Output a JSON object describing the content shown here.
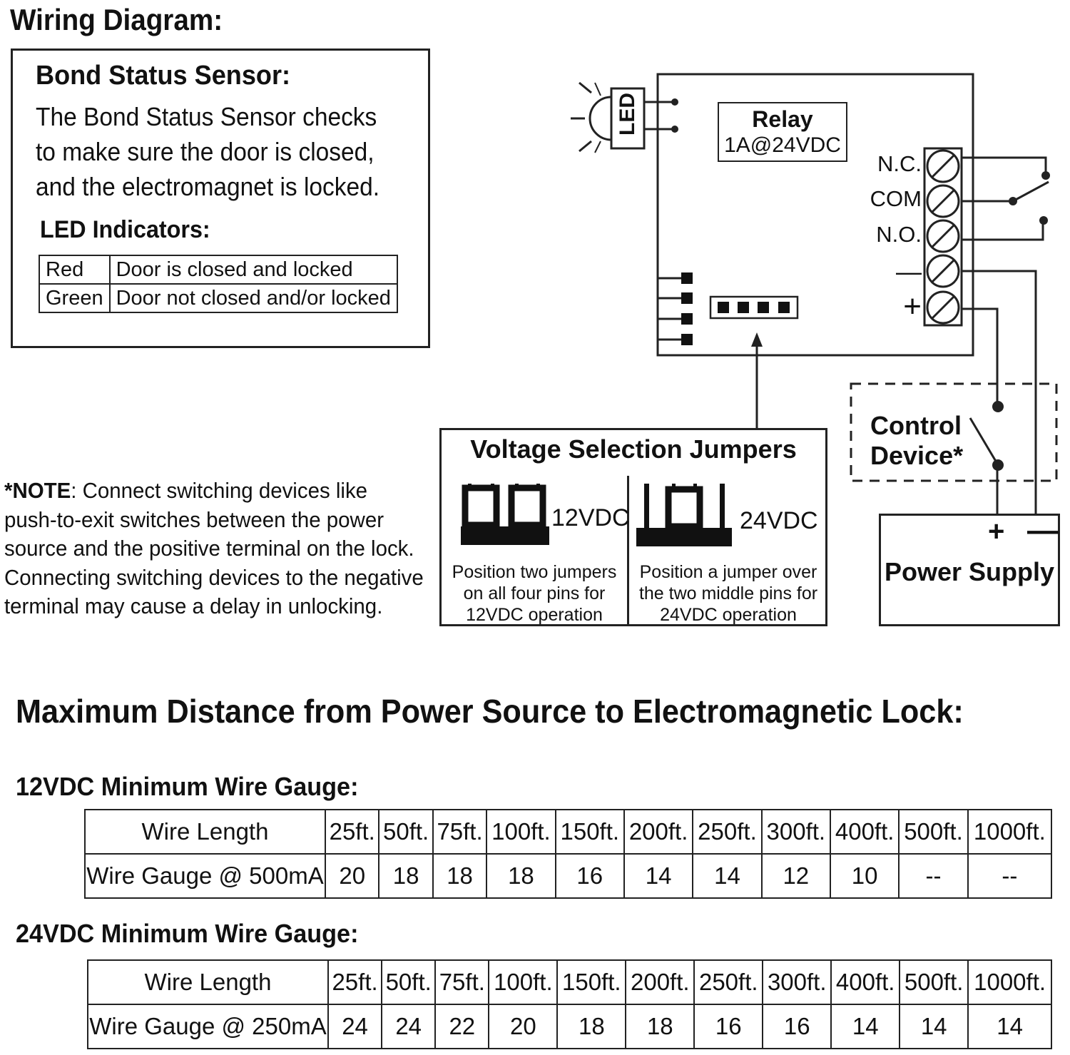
{
  "page_title": "Wiring Diagram:",
  "sensor": {
    "title": "Bond Status Sensor:",
    "lines": [
      "The Bond Status Sensor checks",
      "to make sure the door is closed,",
      "and the electromagnet is locked."
    ],
    "led_title": "LED Indicators:",
    "led_rows": [
      {
        "color": "Red",
        "meaning": "Door is closed and locked"
      },
      {
        "color": "Green",
        "meaning": "Door not closed and/or locked"
      }
    ]
  },
  "note": {
    "label": "*NOTE",
    "lines": [
      ": Connect switching devices like",
      "push-to-exit switches between the power",
      "source and the positive terminal on the lock.",
      "Connecting switching devices to the negative",
      "terminal may cause a delay in unlocking."
    ]
  },
  "board": {
    "led_label": "LED",
    "relay_name": "Relay",
    "relay_rating": "1A@24VDC",
    "terminals": [
      "N.C.",
      "COM",
      "N.O.",
      "—",
      "+"
    ]
  },
  "jumpers": {
    "title": "Voltage Selection Jumpers",
    "v12_label": "12VDC",
    "v12_text": [
      "Position two jumpers",
      "on all four pins for",
      "12VDC operation"
    ],
    "v24_label": "24VDC",
    "v24_text": [
      "Position a jumper over",
      "the two middle pins for",
      "24VDC operation"
    ]
  },
  "control_device": [
    "Control",
    "Device*"
  ],
  "power_supply": {
    "label": "Power Supply",
    "plus": "+",
    "minus": "—"
  },
  "distance_title": "Maximum Distance from Power Source to Electromagnetic Lock:",
  "gauge12": {
    "title": "12VDC Minimum Wire Gauge:",
    "length_header": "Wire Length",
    "gauge_header": "Wire Gauge @ 500mA",
    "lengths": [
      "25ft.",
      "50ft.",
      "75ft.",
      "100ft.",
      "150ft.",
      "200ft.",
      "250ft.",
      "300ft.",
      "400ft.",
      "500ft.",
      "1000ft."
    ],
    "gauges": [
      "20",
      "18",
      "18",
      "18",
      "16",
      "14",
      "14",
      "12",
      "10",
      "--",
      "--"
    ]
  },
  "gauge24": {
    "title": "24VDC Minimum Wire Gauge:",
    "length_header": "Wire Length",
    "gauge_header": "Wire Gauge @ 250mA",
    "lengths": [
      "25ft.",
      "50ft.",
      "75ft.",
      "100ft.",
      "150ft.",
      "200ft.",
      "250ft.",
      "300ft.",
      "400ft.",
      "500ft.",
      "1000ft."
    ],
    "gauges": [
      "24",
      "24",
      "22",
      "20",
      "18",
      "18",
      "16",
      "16",
      "14",
      "14",
      "14"
    ]
  }
}
